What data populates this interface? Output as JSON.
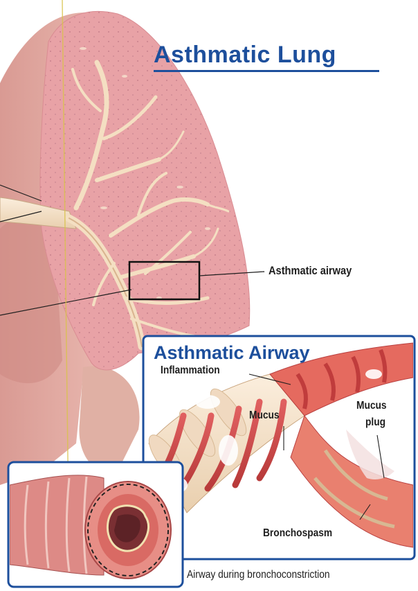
{
  "title": "Asthmatic Lung",
  "inset": {
    "title": "Asthmatic Airway"
  },
  "labels": {
    "asthmatic_airway": "Asthmatic airway",
    "inflammation": "Inflammation",
    "mucus": "Mucus",
    "mucus_plug_line1": "Mucus",
    "mucus_plug_line2": "plug",
    "bronchospasm": "Bronchospasm",
    "constriction_caption": "Airway during bronchoconstriction"
  },
  "colors": {
    "title_blue": "#1d4f9c",
    "lung_pink": "#e8a4a6",
    "lung_outer": "#e7b4ad",
    "airway_cream": "#f3dfc4",
    "muscle_red": "#cf4a4a",
    "inset_border": "#1d4f9c"
  }
}
